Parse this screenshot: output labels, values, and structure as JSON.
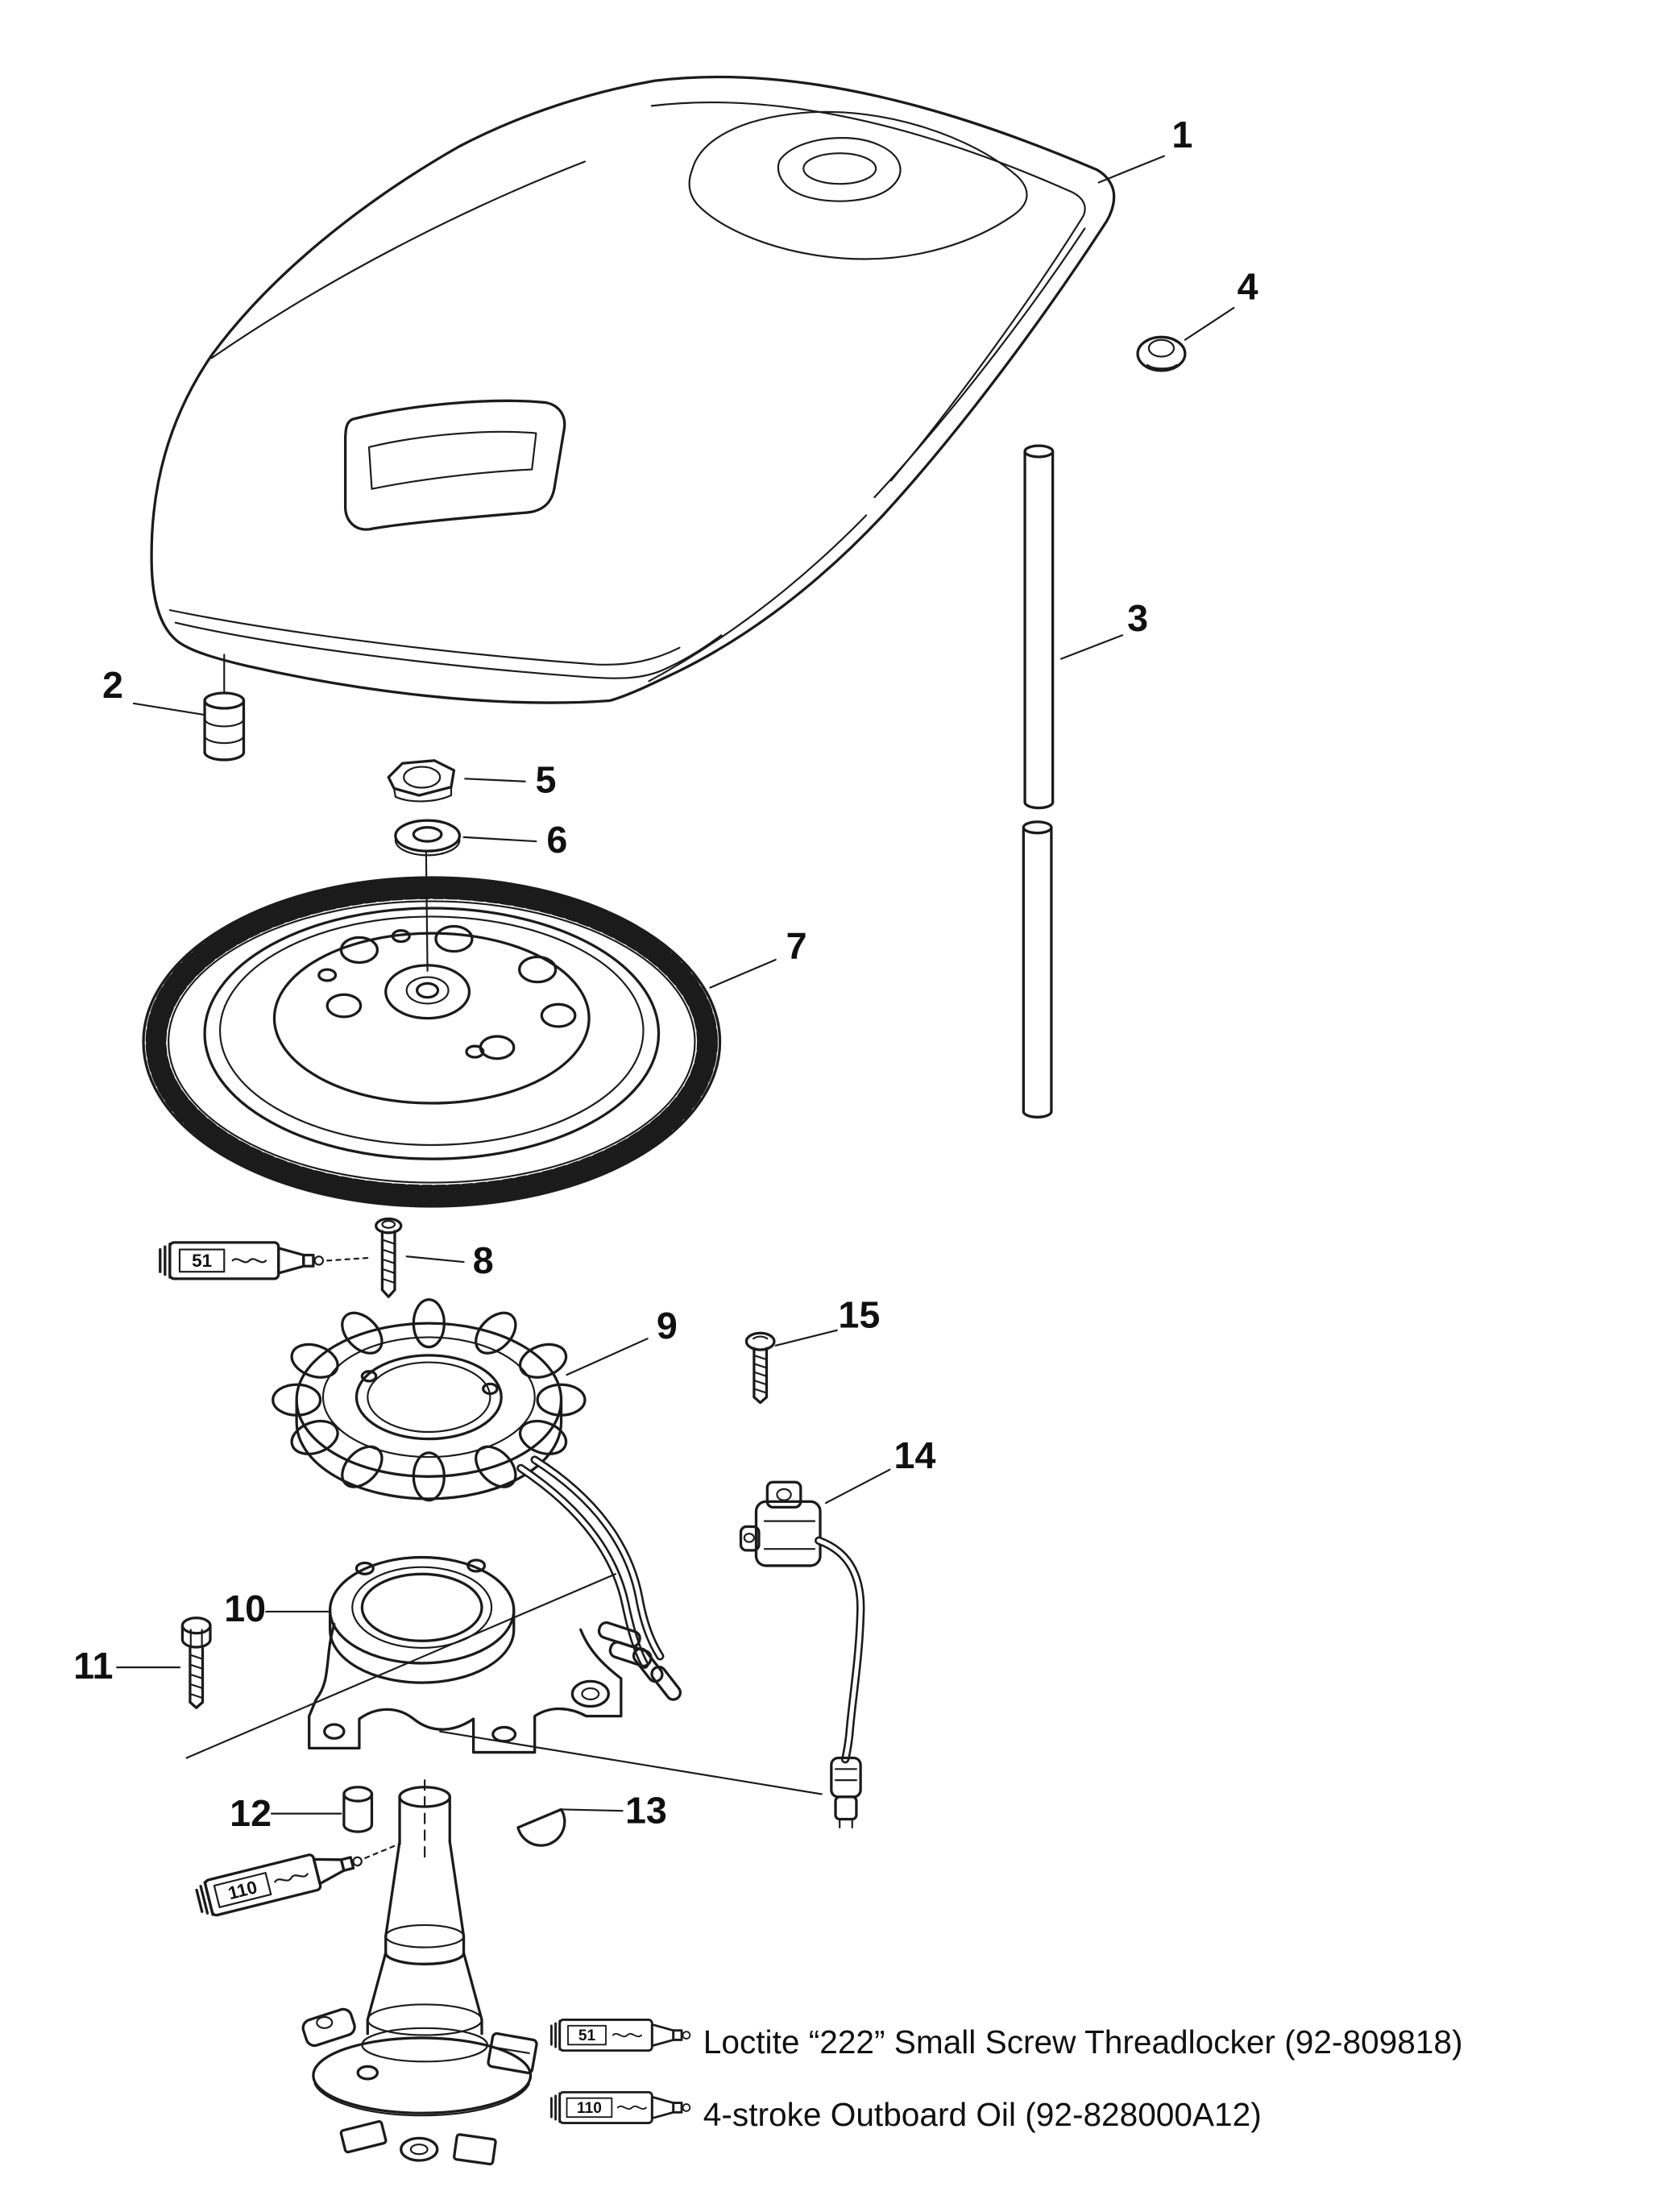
{
  "callouts": [
    "1",
    "2",
    "3",
    "4",
    "5",
    "6",
    "7",
    "8",
    "9",
    "10",
    "11",
    "12",
    "13",
    "14",
    "15"
  ],
  "tube_labels": {
    "threadlocker": "51",
    "oil": "110"
  },
  "legend": {
    "items": [
      {
        "tube": "51",
        "text": "Loctite “222” Small Screw Threadlocker  (92-809818)"
      },
      {
        "tube": "110",
        "text": "4-stroke Outboard Oil (92-828000A12)"
      }
    ]
  },
  "colors": {
    "ink": "#1b1b1b",
    "paper": "#ffffff"
  }
}
